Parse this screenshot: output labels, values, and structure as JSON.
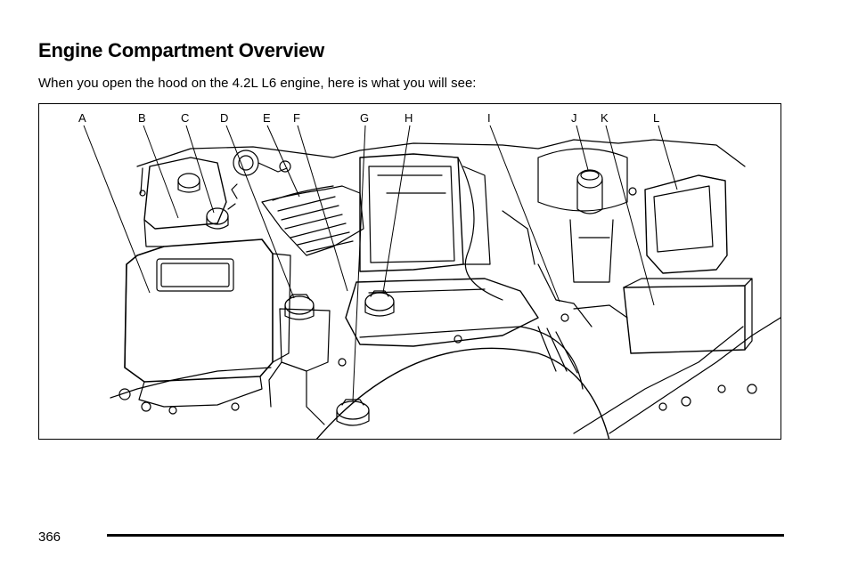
{
  "heading": "Engine Compartment Overview",
  "intro": "When you open the hood on the 4.2L L6 engine, here is what you will see:",
  "callouts": [
    "A",
    "B",
    "C",
    "D",
    "E",
    "F",
    "G",
    "H",
    "I",
    "J",
    "K",
    "L"
  ],
  "page_number": "366",
  "colors": {
    "ink": "#000000",
    "background": "#ffffff"
  }
}
